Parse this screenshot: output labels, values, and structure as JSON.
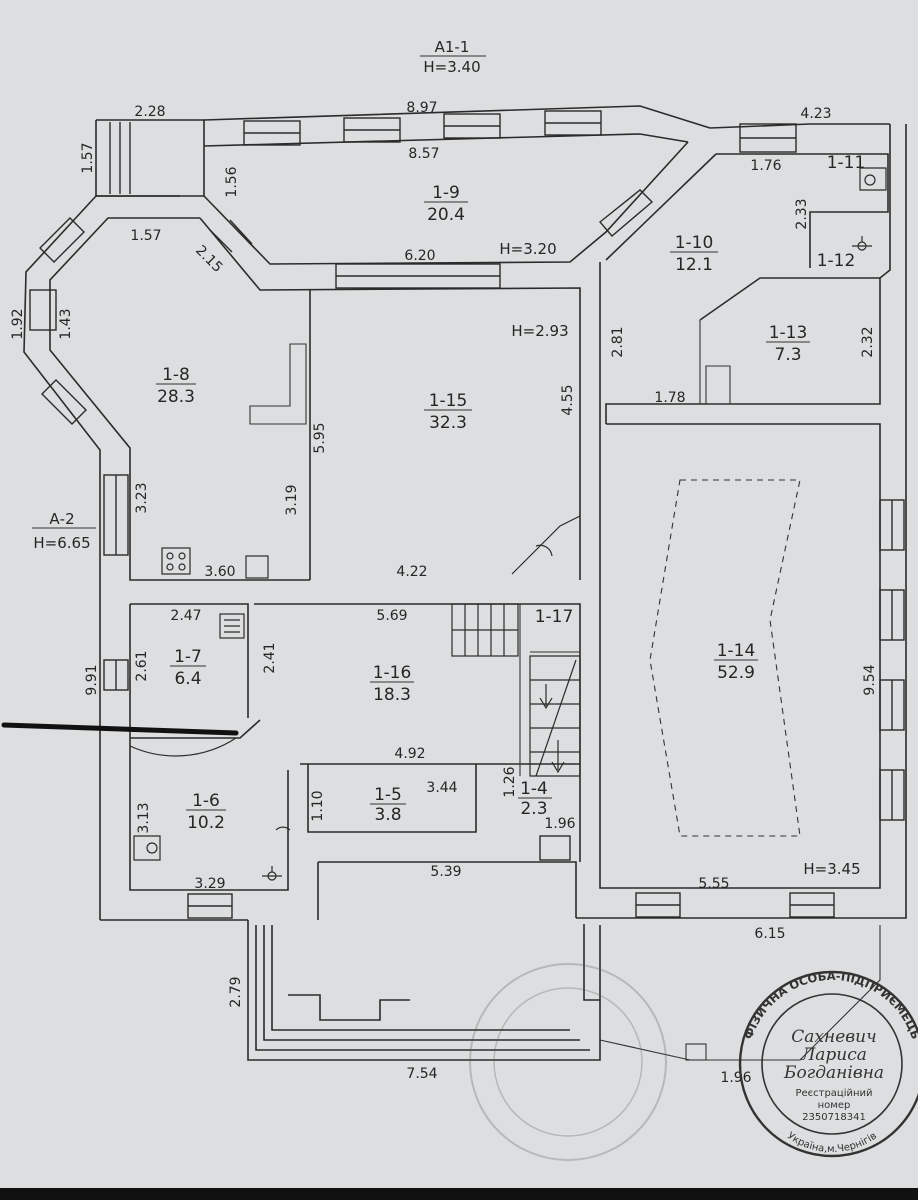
{
  "labels": {
    "a1": "А1-1",
    "a1_h": "H=3.40",
    "a2": "А-2",
    "a2_h": "H=6.65",
    "h_320": "H=3.20",
    "h_293": "H=2.93",
    "h_345": "H=3.45"
  },
  "rooms": [
    {
      "num": "1-4",
      "area": "2.3"
    },
    {
      "num": "1-5",
      "area": "3.8"
    },
    {
      "num": "1-6",
      "area": "10.2"
    },
    {
      "num": "1-7",
      "area": "6.4"
    },
    {
      "num": "1-8",
      "area": "28.3"
    },
    {
      "num": "1-9",
      "area": "20.4"
    },
    {
      "num": "1-10",
      "area": "12.1"
    },
    {
      "num": "1-11",
      "area": ""
    },
    {
      "num": "1-12",
      "area": ""
    },
    {
      "num": "1-13",
      "area": "7.3"
    },
    {
      "num": "1-14",
      "area": "52.9"
    },
    {
      "num": "1-15",
      "area": "32.3"
    },
    {
      "num": "1-16",
      "area": "18.3"
    },
    {
      "num": "1-17",
      "area": ""
    }
  ],
  "dimensions": [
    "2.28",
    "8.97",
    "4.23",
    "1.57",
    "1.56",
    "8.57",
    "1.76",
    "2.33",
    "1.57",
    "2.15",
    "6.20",
    "1.92",
    "1.43",
    "2.81",
    "2.32",
    "1.78",
    "5.95",
    "4.55",
    "3.23",
    "3.19",
    "3.60",
    "4.22",
    "2.47",
    "5.69",
    "9.91",
    "2.61",
    "2.41",
    "9.54",
    "4.92",
    "1.26",
    "3.44",
    "1.10",
    "3.13",
    "1.96",
    "5.39",
    "3.29",
    "5.55",
    "6.15",
    "2.79",
    "7.54",
    "1.96"
  ],
  "stamp": {
    "ring_text": "ФІЗИЧНА ОСОБА-ПІДПРИЄМЕЦЬ",
    "name_line1": "Сахневич",
    "name_line2": "Лариса",
    "name_line3": "Богданівна",
    "reg_label": "Реєстраційний",
    "reg_label2": "номер",
    "reg_number": "2350718341",
    "place": "Україна,м.Чернігів"
  }
}
